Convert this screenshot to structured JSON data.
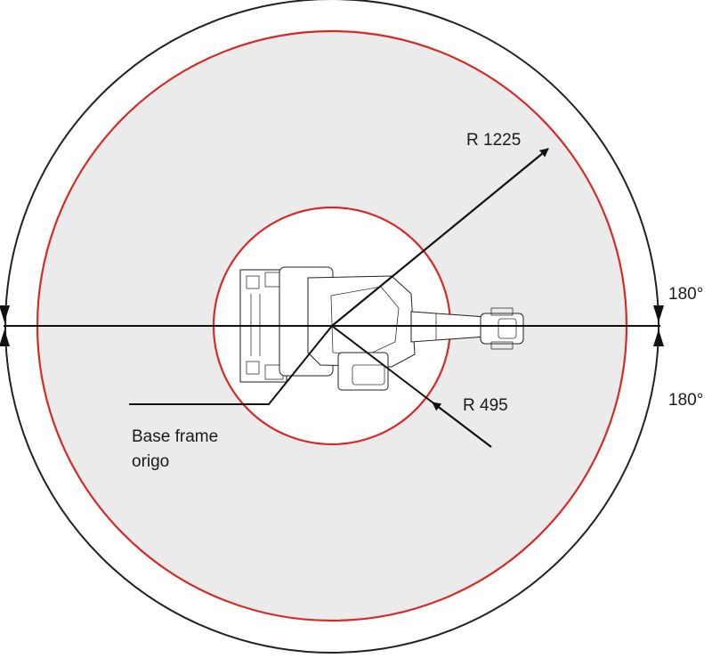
{
  "labels": {
    "outer_radius": "R 1225",
    "inner_radius": "R 495",
    "base_frame_line1": "Base frame",
    "base_frame_line2": "origo",
    "rotation_ccw": "180°",
    "rotation_cw": "180°"
  },
  "colors": {
    "working_area_fill": "#ebebeb",
    "limit_circle": "#d42a2a",
    "rotation_arc": "#222222",
    "dimension_line": "#111111"
  }
}
